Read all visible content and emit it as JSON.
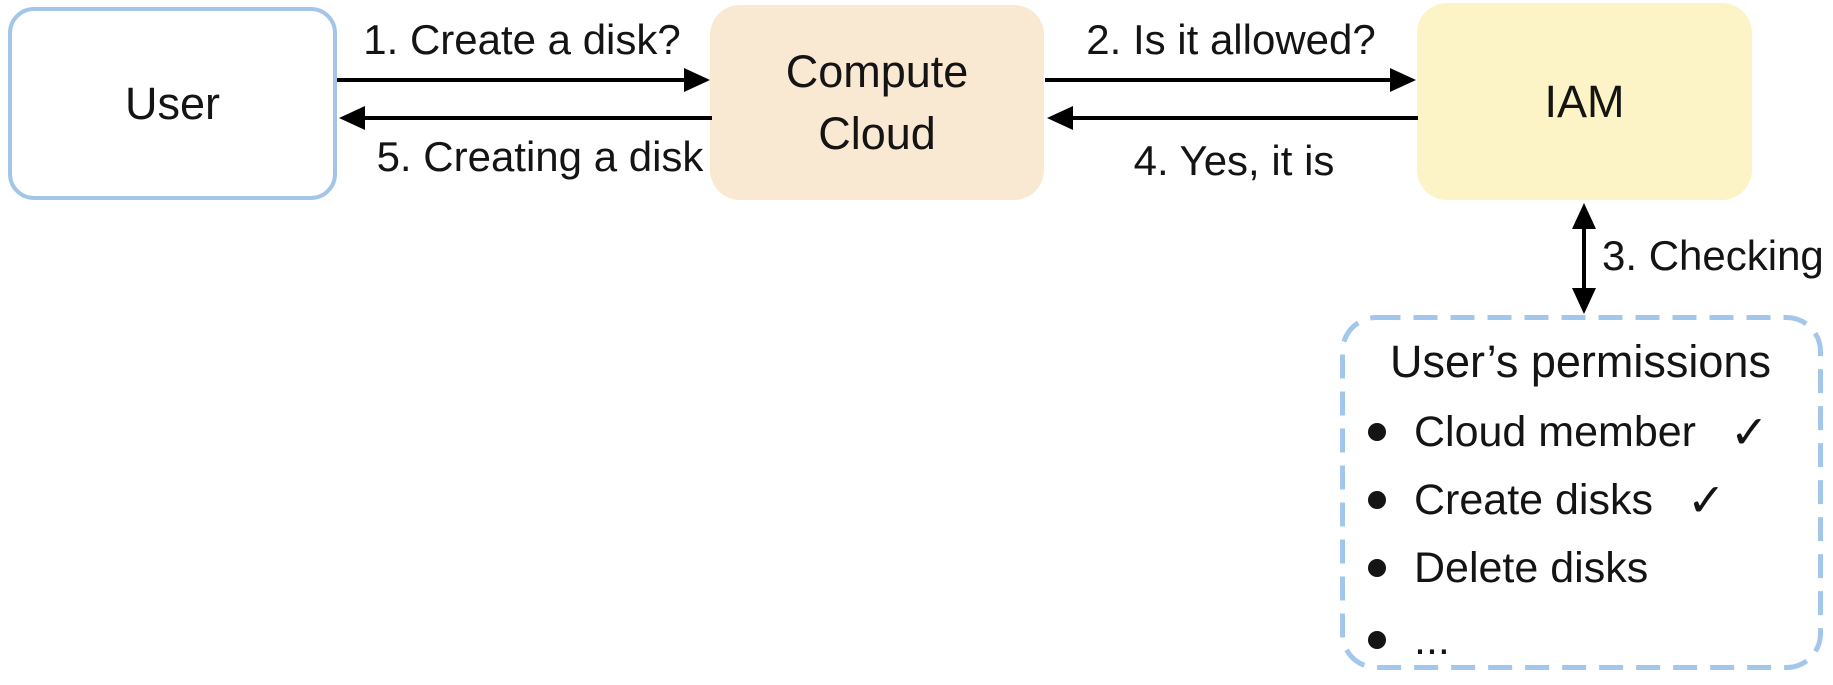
{
  "nodes": {
    "user": {
      "label": "User"
    },
    "compute_cloud": {
      "label": "Compute Cloud"
    },
    "iam": {
      "label": "IAM"
    }
  },
  "steps": {
    "step1": {
      "label": "1. Create a disk?"
    },
    "step2": {
      "label": "2. Is it allowed?"
    },
    "step3": {
      "label": "3. Checking"
    },
    "step4": {
      "label": "4. Yes, it is"
    },
    "step5": {
      "label": "5. Creating a disk"
    }
  },
  "permissions": {
    "title": "User’s permissions",
    "items": [
      {
        "label": "Cloud member",
        "check": "✓"
      },
      {
        "label": "Create disks",
        "check": "✓"
      },
      {
        "label": "Delete disks"
      },
      {
        "label": "..."
      }
    ]
  },
  "colors": {
    "user_box_border": "#a3c6e8",
    "compute_cloud_fill": "#f9e8d2",
    "iam_fill": "#fcf3c6",
    "permissions_dashed_border": "#a3c7ea",
    "arrow": "#000000",
    "text": "#141414",
    "background": "#ffffff"
  }
}
